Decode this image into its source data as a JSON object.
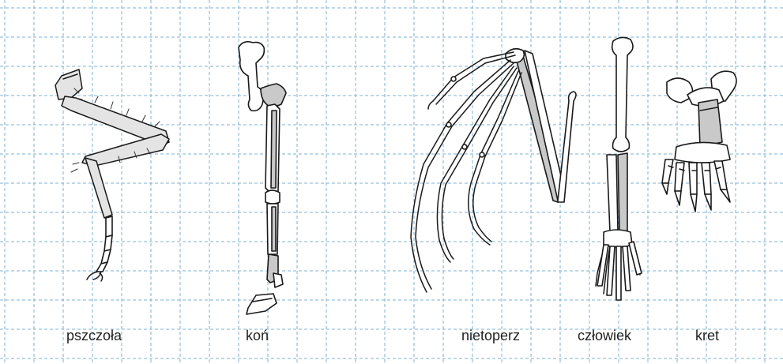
{
  "colors": {
    "grid_line": "#7fb2d6",
    "bone_outline": "#1a1a1a",
    "bone_shading": "#c9c9c9",
    "caption_text": "#222222"
  },
  "labels": {
    "bee": "pszczoła",
    "horse": "koń",
    "bat": "nietoperz",
    "human": "człowiek",
    "mole": "kret"
  }
}
